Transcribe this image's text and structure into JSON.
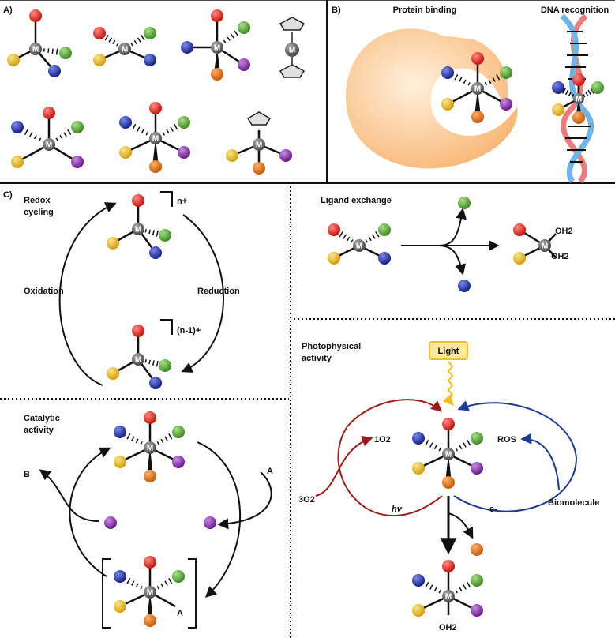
{
  "sections": {
    "a": {
      "label": "A)"
    },
    "b": {
      "label": "B)",
      "protein": "Protein binding",
      "dna": "DNA recognition"
    },
    "c": {
      "label": "C)",
      "redox_title_1": "Redox",
      "redox_title_2": "cycling",
      "oxidation": "Oxidation",
      "reduction": "Reduction",
      "charge_top": "n+",
      "charge_bottom": "(n-1)+",
      "ligand_exchange": "Ligand exchange",
      "catalytic_1": "Catalytic",
      "catalytic_2": "activity",
      "cat_a_top": "A",
      "cat_b": "B",
      "cat_a_bracket": "A",
      "photo_1": "Photophysical",
      "photo_2": "activity",
      "light": "Light",
      "singlet_o2": "1O2",
      "triplet_o2": "3O2",
      "hv": "hv",
      "electron": "e-",
      "ros": "ROS",
      "biomolecule": "Biomolecule"
    }
  },
  "metal_symbol": "M",
  "water": "OH2",
  "colors": {
    "red": "#e0201c",
    "green": "#5aa83a",
    "blue": "#2430a8",
    "yellow": "#e5b81c",
    "purple": "#8a2aa8",
    "orange": "#e56f10",
    "metal": "#6b6b6b",
    "protein": "#fbd1a5",
    "dna_red": "#ef7c7c",
    "dna_blue": "#6fb4e8",
    "light_box": "#fde79a",
    "photo_red": "#9e1b1b",
    "photo_blue": "#1c3a96"
  }
}
